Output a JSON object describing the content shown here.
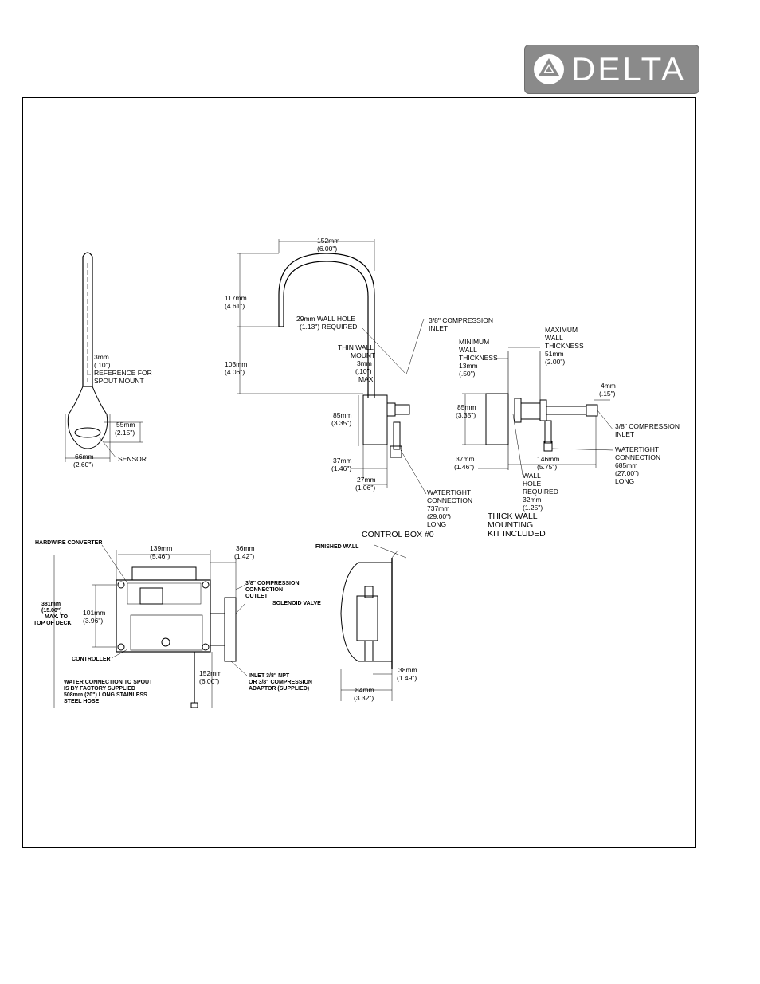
{
  "brand": {
    "name": "DELTA",
    "logo_icon": "delta-triangle-logo-icon"
  },
  "colors": {
    "logo_bg": "#8a8a8a",
    "line": "#000000"
  },
  "spout_side": {
    "ref_dim": [
      "3mm",
      "(.10\")",
      "REFERENCE FOR",
      "SPOUT MOUNT"
    ],
    "sensor_height": [
      "55mm",
      "(2.15\")"
    ],
    "base_width": [
      "66mm",
      "(2.60\")"
    ],
    "sensor_label": "SENSOR"
  },
  "spout_front": {
    "reach": [
      "152mm",
      "(6.00\")"
    ],
    "spout_height": [
      "117mm",
      "(4.61\")"
    ],
    "body_height": [
      "103mm",
      "(4.06\")"
    ],
    "wall_hole": [
      "29mm WALL HOLE",
      "(1.13\") REQUIRED"
    ],
    "thin_wall": [
      "THIN WALL",
      "MOUNT",
      "3mm",
      "(.10\")",
      "MAX."
    ],
    "compression_inlet": [
      "3/8\" COMPRESSION",
      "INLET"
    ],
    "escutcheon_height": [
      "85mm",
      "(3.35\")"
    ],
    "base_depth": [
      "37mm",
      "(1.46\")"
    ],
    "offset": [
      "27mm",
      "(1.06\")"
    ],
    "watertight": [
      "WATERTIGHT",
      "CONNECTION",
      "737mm",
      "(29.00\")",
      "LONG"
    ]
  },
  "thick_wall": {
    "min_wall": [
      "MINIMUM",
      "WALL",
      "THICKNESS",
      "13mm",
      "(.50\")"
    ],
    "max_wall": [
      "MAXIMUM",
      "WALL",
      "THICKNESS",
      "51mm",
      "(2.00\")"
    ],
    "tip": [
      "4mm",
      "(.15\")"
    ],
    "escutcheon_height": [
      "85mm",
      "(3.35\")"
    ],
    "compression_inlet": [
      "3/8\" COMPRESSION",
      "INLET"
    ],
    "base_depth": [
      "37mm",
      "(1.46\")"
    ],
    "length": [
      "146mm",
      "(5.75\")"
    ],
    "wall_hole": [
      "WALL",
      "HOLE",
      "REQUIRED",
      "32mm",
      "(1.25\")"
    ],
    "watertight": [
      "WATERTIGHT",
      "CONNECTION",
      "685mm",
      "(27.00\")",
      "LONG"
    ],
    "kit_note": [
      "THICK WALL",
      "MOUNTING",
      "KIT INCLUDED"
    ]
  },
  "control_box": {
    "title": "CONTROL BOX #0",
    "hardwire": "HARDWIRE CONVERTER",
    "width": [
      "139mm",
      "(5.46\")"
    ],
    "valve_depth": [
      "36mm",
      "(1.42\")"
    ],
    "max_height": [
      "381mm",
      "(15.00\")",
      "MAX. TO",
      "TOP OF DECK"
    ],
    "box_height": [
      "101mm",
      "(3.96\")"
    ],
    "outlet": [
      "3/8\" COMPRESSION",
      "CONNECTION",
      "OUTLET"
    ],
    "solenoid": "SOLENOID VALVE",
    "controller": "CONTROLLER",
    "water_note": [
      "WATER CONNECTION TO SPOUT",
      "IS BY FACTORY SUPPLIED",
      "508mm (20\") LONG STAINLESS",
      "STEEL HOSE"
    ],
    "drop": [
      "152mm",
      "(6.00\")"
    ],
    "inlet": [
      "INLET 3/8\" NPT",
      "OR 3/8\" COMPRESSION",
      "ADAPTOR (SUPPLIED)"
    ],
    "finished_wall": "FINISHED WALL",
    "side_depth": [
      "38mm",
      "(1.49\")"
    ],
    "side_width": [
      "84mm",
      "(3.32\")"
    ]
  }
}
